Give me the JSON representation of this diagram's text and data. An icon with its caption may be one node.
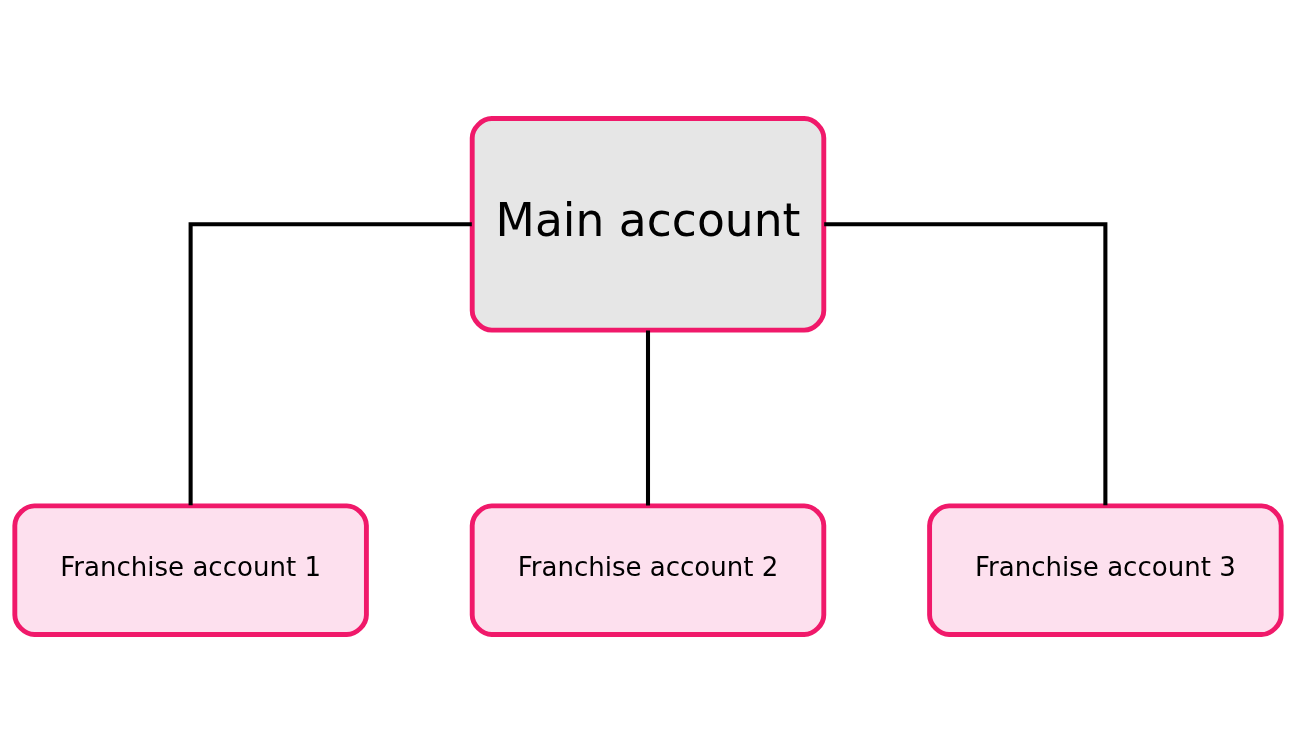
{
  "diagram": {
    "nodes": [
      {
        "text": [
          "Main account"
        ]
      },
      {
        "text": [
          "Franchise account 1"
        ]
      },
      {
        "text": [
          "Franchise account 2"
        ]
      },
      {
        "text": [
          "Franchise account 3"
        ]
      }
    ],
    "edges": [
      {
        "from": 0,
        "to": 1,
        "arrow": "none"
      },
      {
        "from": 0,
        "to": 2,
        "arrow": "none"
      },
      {
        "from": 0,
        "to": 3,
        "arrow": "none"
      }
    ]
  }
}
